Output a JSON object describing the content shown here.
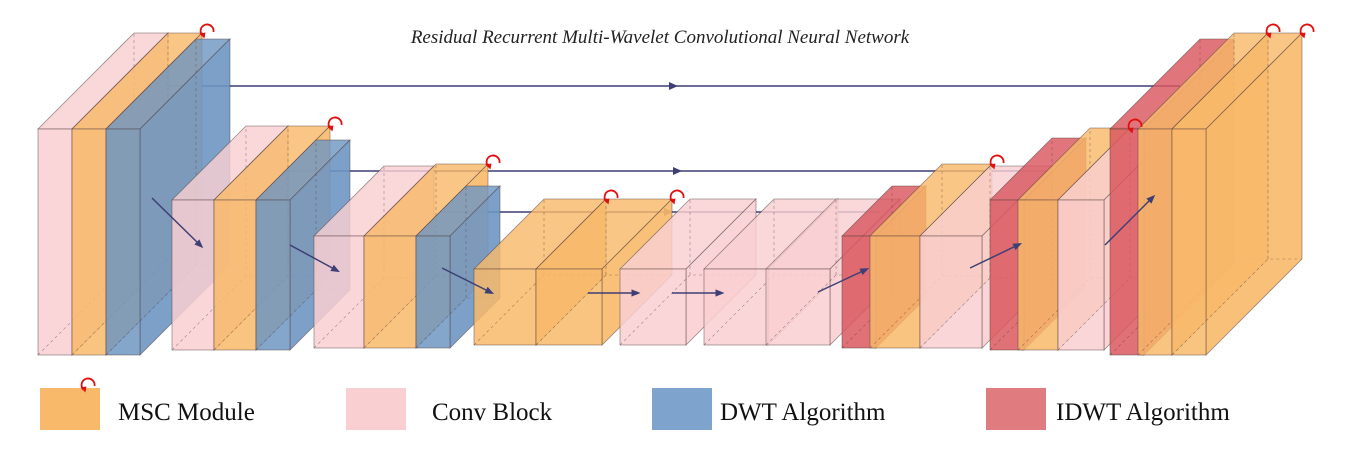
{
  "title": "Residual Recurrent Multi-Wavelet Convolutional Neural Network",
  "colors": {
    "msc": "#f8b96a",
    "conv": "#f9cfd2",
    "dwt": "#6f96c2",
    "idwt": "#d9585f",
    "arrow": "#3d3f75",
    "recurrent": "#e01010"
  },
  "legend": [
    {
      "label": "MSC Module",
      "kind": "msc"
    },
    {
      "label": "Conv Block",
      "kind": "conv"
    },
    {
      "label": "DWT Algorithm",
      "kind": "dwt"
    },
    {
      "label": "IDWT Algorithm",
      "kind": "idwt"
    }
  ],
  "icons": {
    "recurrent": "recurrent-loop-icon",
    "skip": "skip-connection-arrow"
  }
}
